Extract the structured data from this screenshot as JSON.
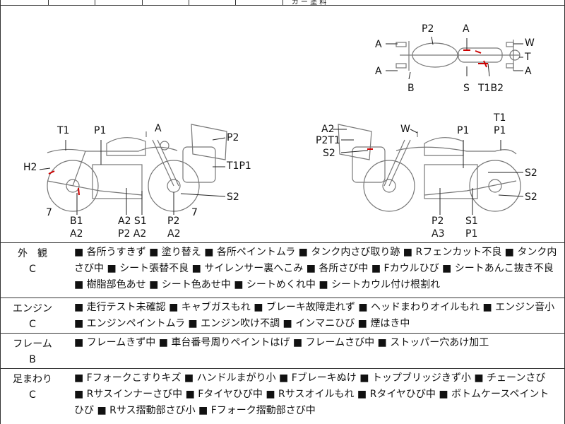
{
  "top_strip": {
    "partial_text": "カ ー 塗 料"
  },
  "diagram_labels": {
    "top_view": {
      "p2": "P2",
      "a_top": "A",
      "a_left1": "A",
      "a_left2": "A",
      "w": "W",
      "t": "T",
      "a_right": "A",
      "b": "B",
      "s": "S",
      "t1b2": "T1B2"
    },
    "left_view": {
      "t1": "T1",
      "p1": "P1",
      "a": "A",
      "p2": "P2",
      "h2": "H2",
      "t1p1": "T1P1",
      "s2": "S2",
      "n7a": "7",
      "n7b": "7",
      "b1": "B1",
      "a2a": "A2",
      "a2s1": "A2 S1",
      "p2a2": "P2 A2",
      "a2b": "A2"
    },
    "right_view": {
      "a2": "A2",
      "p2t1": "P2T1",
      "s2a": "S2",
      "w": "W",
      "p1": "P1",
      "t1": "T1",
      "p1b": "P1",
      "s2b": "S2",
      "s2c": "S2",
      "p2": "P2",
      "a3": "A3",
      "s1": "S1",
      "p1c": "P1"
    }
  },
  "sections": [
    {
      "title": "外　観",
      "grade": "C",
      "items": "■ 各所うすきず ■ 塗り替え ■ 各所ペイントムラ ■ タンク内さび取り跡 ■ Rフェンカット不良 ■ タンク内さび中 ■ シート張替不良 ■ サイレンサー裏へこみ ■ 各所さび中 ■ Fカウルひび ■ シートあんこ抜き不良 ■ 樹脂部色あせ ■ シート色あせ中 ■ シートめくれ中 ■ シートカウル付け根割れ"
    },
    {
      "title": "エンジン",
      "grade": "C",
      "items": "■ 走行テスト未確認 ■ キャブガスもれ ■ ブレーキ故障走れず ■ ヘッドまわりオイルもれ ■ エンジン音小 ■ エンジンペイントムラ ■ エンジン吹け不調 ■ インマニひび ■ 煙はき中"
    },
    {
      "title": "フレーム",
      "grade": "B",
      "items": "■ フレームきず中 ■ 車台番号周りペイントはげ ■ フレームさび中 ■ ストッパー穴あけ加工"
    },
    {
      "title": "足まわり",
      "grade": "C",
      "items": "■ Fフォークこすりキズ ■ ハンドルまがり小 ■ Fブレーキぬけ ■ トップブリッジきず小 ■ チェーンさび ■ Rサスインナーさび中 ■ Fタイヤひび中 ■ Rサスオイルもれ ■ Rタイヤひび中 ■ ボトムケースペイントひび ■ Rサス摺動部さび小 ■ Fフォーク摺動部さび中"
    }
  ]
}
